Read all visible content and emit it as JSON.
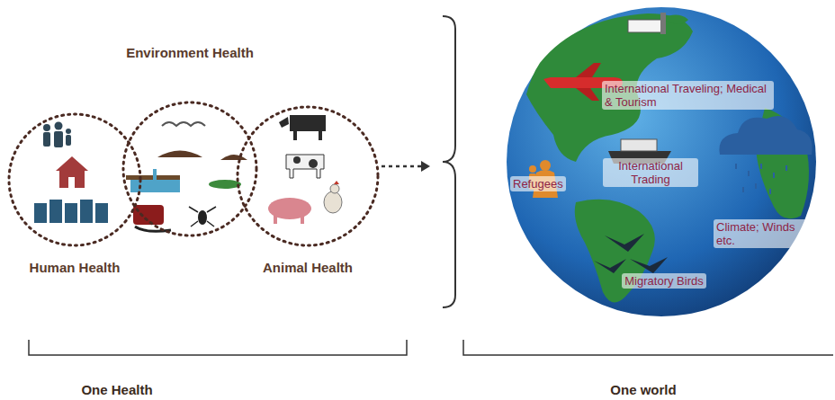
{
  "diagram": {
    "nodes": [
      {
        "text": [
          "Human Health"
        ]
      },
      {
        "text": [
          "Environment Health"
        ]
      },
      {
        "text": [
          "Animal Health"
        ]
      },
      {
        "text": [
          "International Traveling; Medical & Tourism",
          "International Trading",
          "Refugees",
          "Climate; Winds etc.",
          "Migratory Birds"
        ]
      }
    ],
    "labels": [
      "One Health",
      "One world"
    ]
  }
}
